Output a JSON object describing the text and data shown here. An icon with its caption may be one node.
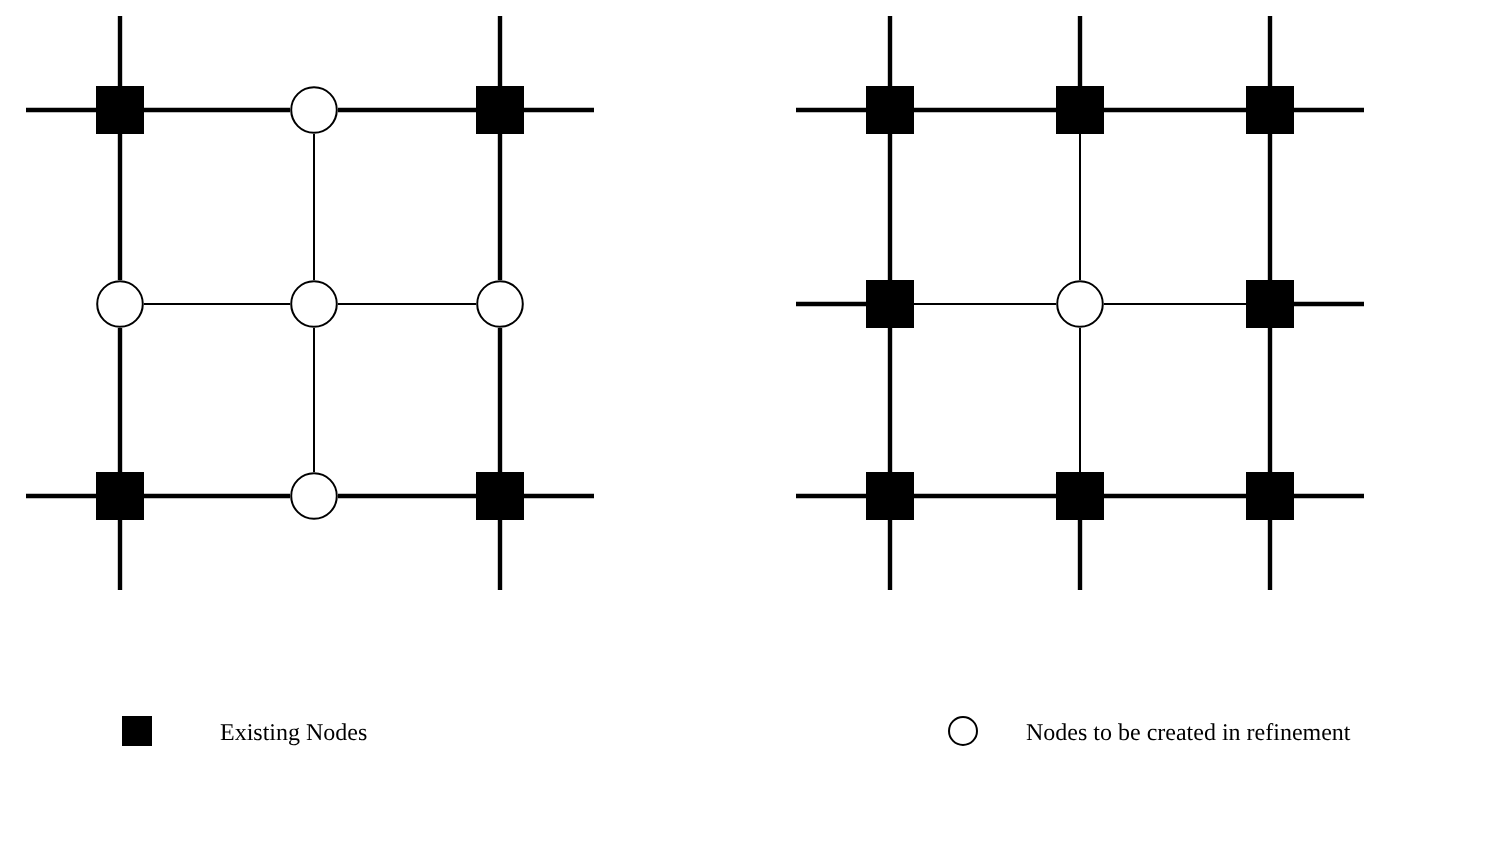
{
  "diagram": {
    "nodes": [
      {
        "text": [],
        "shape": "box"
      },
      {
        "text": [],
        "shape": "circle"
      },
      {
        "text": [],
        "shape": "box"
      },
      {
        "text": [],
        "shape": "circle"
      },
      {
        "text": [],
        "shape": "circle"
      },
      {
        "text": [],
        "shape": "circle"
      },
      {
        "text": [],
        "shape": "box"
      },
      {
        "text": [],
        "shape": "circle"
      },
      {
        "text": [],
        "shape": "box"
      },
      {
        "text": [],
        "shape": "box"
      },
      {
        "text": [],
        "shape": "box"
      },
      {
        "text": [],
        "shape": "box"
      },
      {
        "text": [],
        "shape": "box"
      },
      {
        "text": [],
        "shape": "circle"
      },
      {
        "text": [],
        "shape": "box"
      },
      {
        "text": [],
        "shape": "box"
      },
      {
        "text": [],
        "shape": "box"
      },
      {
        "text": [],
        "shape": "box"
      }
    ],
    "edges": [
      {
        "from": 0,
        "to": 1,
        "arrow": "none"
      },
      {
        "from": 1,
        "to": 2,
        "arrow": "none"
      },
      {
        "from": 3,
        "to": 4,
        "arrow": "none"
      },
      {
        "from": 4,
        "to": 5,
        "arrow": "none"
      },
      {
        "from": 6,
        "to": 7,
        "arrow": "none"
      },
      {
        "from": 7,
        "to": 8,
        "arrow": "none"
      },
      {
        "from": 0,
        "to": 3,
        "arrow": "none"
      },
      {
        "from": 3,
        "to": 6,
        "arrow": "none"
      },
      {
        "from": 1,
        "to": 4,
        "arrow": "none"
      },
      {
        "from": 4,
        "to": 7,
        "arrow": "none"
      },
      {
        "from": 2,
        "to": 5,
        "arrow": "none"
      },
      {
        "from": 5,
        "to": 8,
        "arrow": "none"
      },
      {
        "from": 0,
        "to": null,
        "arrow": "none"
      },
      {
        "from": 2,
        "to": null,
        "arrow": "none"
      },
      {
        "from": 6,
        "to": null,
        "arrow": "none"
      },
      {
        "from": 8,
        "to": null,
        "arrow": "none"
      },
      {
        "from": 0,
        "to": null,
        "arrow": "none"
      },
      {
        "from": 6,
        "to": null,
        "arrow": "none"
      },
      {
        "from": 2,
        "to": null,
        "arrow": "none"
      },
      {
        "from": 8,
        "to": null,
        "arrow": "none"
      },
      {
        "from": 9,
        "to": 10,
        "arrow": "none"
      },
      {
        "from": 10,
        "to": 11,
        "arrow": "none"
      },
      {
        "from": 12,
        "to": 13,
        "arrow": "none"
      },
      {
        "from": 13,
        "to": 14,
        "arrow": "none"
      },
      {
        "from": 15,
        "to": 16,
        "arrow": "none"
      },
      {
        "from": 16,
        "to": 17,
        "arrow": "none"
      },
      {
        "from": 9,
        "to": 12,
        "arrow": "none"
      },
      {
        "from": 12,
        "to": 15,
        "arrow": "none"
      },
      {
        "from": 10,
        "to": 13,
        "arrow": "none"
      },
      {
        "from": 13,
        "to": 16,
        "arrow": "none"
      },
      {
        "from": 11,
        "to": 14,
        "arrow": "none"
      },
      {
        "from": 14,
        "to": 17,
        "arrow": "none"
      },
      {
        "from": 9,
        "to": null,
        "arrow": "none"
      },
      {
        "from": 11,
        "to": null,
        "arrow": "none"
      },
      {
        "from": 12,
        "to": null,
        "arrow": "none"
      },
      {
        "from": 14,
        "to": null,
        "arrow": "none"
      },
      {
        "from": 15,
        "to": null,
        "arrow": "none"
      },
      {
        "from": 17,
        "to": null,
        "arrow": "none"
      },
      {
        "from": 9,
        "to": null,
        "arrow": "none"
      },
      {
        "from": 15,
        "to": null,
        "arrow": "none"
      },
      {
        "from": 10,
        "to": null,
        "arrow": "none"
      },
      {
        "from": 16,
        "to": null,
        "arrow": "none"
      },
      {
        "from": 11,
        "to": null,
        "arrow": "none"
      },
      {
        "from": 17,
        "to": null,
        "arrow": "none"
      }
    ],
    "legend": [
      {
        "text": "Existing Nodes"
      },
      {
        "text": "Nodes to be created in refinement"
      }
    ]
  }
}
